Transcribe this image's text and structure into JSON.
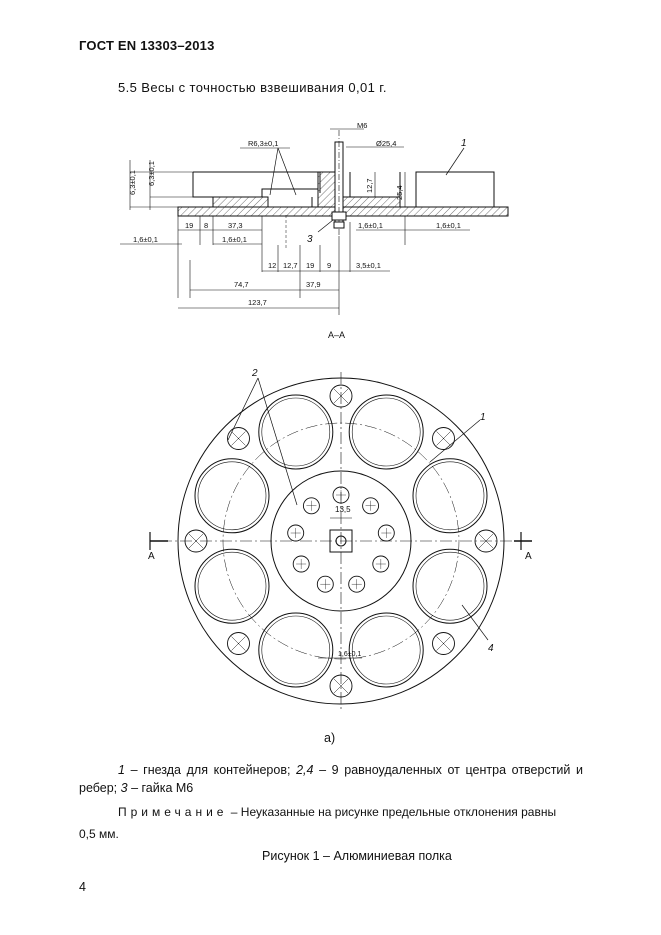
{
  "header": "ГОСТ EN 13303–2013",
  "section_text": "5.5 Весы с точностью взвешивания 0,01 г.",
  "drawing": {
    "section_label": "А–А",
    "sub_label": "а)",
    "dims": {
      "m6": "М6",
      "phi254": "Ø25,4",
      "r63": "R6,3±0,1",
      "h63a": "6,3±0,1",
      "h63b": "6,3±0,1",
      "d127v": "12,7",
      "d254v": "25,4",
      "d19": "19",
      "d8": "8",
      "d373": "37,3",
      "d16a": "1,6±0,1",
      "d16b": "1,6±0,1",
      "d16c": "1,6±0,1",
      "d16d": "1,6±0,1",
      "d16e": "1,6±0,1",
      "d12": "12",
      "d127": "12,7",
      "d19b": "19",
      "d9": "9",
      "d35": "3,5±0,1",
      "d747": "74,7",
      "d379": "37,9",
      "d1237": "123,7",
      "d135": "13,5",
      "d16plan": "1,6±0,1",
      "callout1": "1",
      "callout1b": "1",
      "callout2": "2",
      "callout3": "3",
      "callout4": "4",
      "sectA_left": "А",
      "sectA_right": "А"
    }
  },
  "legend": {
    "l1_num": "1",
    "l1_text": " – гнезда для контейнеров; ",
    "l2_num": "2,4",
    "l2_text": " – 9 равноудаленных от центра отверстий и",
    "l3_text": "ребер; ",
    "l3_num": "3",
    "l3_text2": " – гайка М6"
  },
  "note": {
    "label": "Примечание",
    "text": " – Неуказанные на рисунке предельные отклонения равны",
    "text2": "0,5 мм."
  },
  "figure_title": "Рисунок 1 – Алюминиевая полка",
  "page_number": "4"
}
